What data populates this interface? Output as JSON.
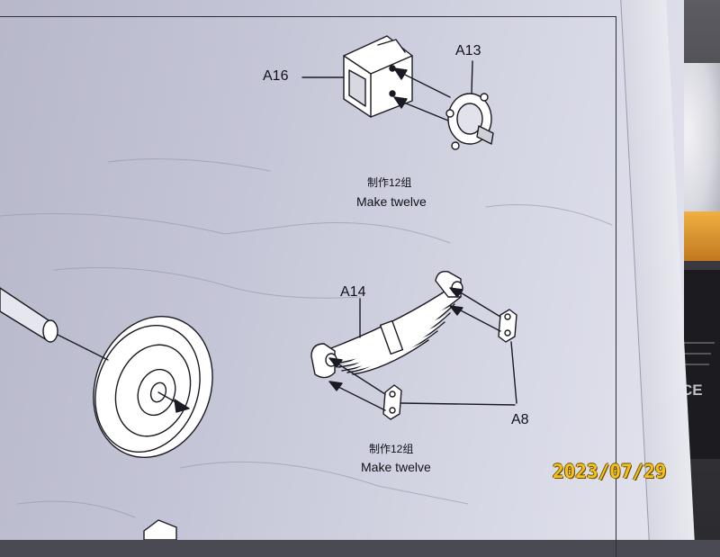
{
  "step_top": {
    "part_a16": "A16",
    "part_a13": "A13",
    "instruction_cn": "制作12组",
    "instruction_en": "Make twelve"
  },
  "step_bottom": {
    "part_a14": "A14",
    "part_a8": "A8",
    "instruction_cn": "制作12组",
    "instruction_en": "Make twelve"
  },
  "photo": {
    "date_stamp": "2023/07/29",
    "date_stamp_color": "#f2c21a",
    "box_mark": "CE"
  },
  "colors": {
    "paper": "#c4c5d6",
    "line_art": "#1a1a22",
    "frame": "#2e2e38"
  }
}
